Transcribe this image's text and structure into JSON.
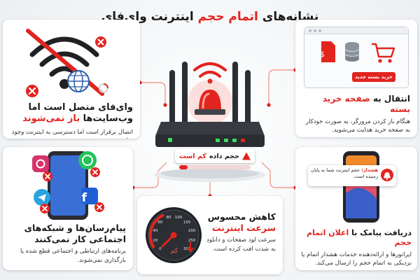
{
  "title": {
    "prefix": "نشانه‌های",
    "highlight": "اتمام حجم",
    "suffix": "اینترنت وای‌فای"
  },
  "router": {
    "badge_text_prefix": "حجم داده",
    "badge_text_highlight": "کم است",
    "data_remaining_fraction": 0.12
  },
  "cards": {
    "wifi": {
      "title_line1": "وای‌فای متصل است اما",
      "title_line2_prefix": "وب‌سایت‌ها",
      "title_line2_highlight": "باز نمی‌شوند",
      "desc": "اتصال برقرار است اما دسترسی به اینترنت وجود ندارد."
    },
    "purchase": {
      "title_prefix": "انتقال به",
      "title_highlight": "صفحه خرید بسته",
      "desc": "هنگام باز کردن مرورگر، به صورت خودکار به صفحه خرید هدایت می‌شوید.",
      "buy_button": "خرید بسته جدید"
    },
    "apps": {
      "title_line1": "پیام‌رسان‌ها و شبکه‌های",
      "title_line2": "اجتماعی کار نمی‌کنند",
      "desc": "برنامه‌های ارتباطی و اجتماعی قطع شده یا بارگذاری نمی‌شوند."
    },
    "speed": {
      "title_line1": "کاهش محسوس",
      "title_line2": "سرعت اینترنت",
      "desc": "سرعت لود صفحات و دانلود به شدت افت کرده است.",
      "gauge_label": "کم",
      "gauge_ticks": [
        "0",
        "20",
        "40",
        "60",
        "80",
        "100",
        "150",
        "200",
        "250",
        "300"
      ]
    },
    "sms": {
      "title_prefix": "دریافت پیامک با",
      "title_highlight": "اعلان اتمام حجم",
      "desc": "اپراتورها و ارائه‌دهنده خدمات هشدار اتمام یا نزدیکی به اتمام حجم را ارسال می‌کند.",
      "notif_head": "هشدار:",
      "notif_body": "حجم اینترنت شما به پایان رسیده است."
    }
  },
  "colors": {
    "accent": "#e2241f",
    "text": "#1a1a1a",
    "card_bg": "#ffffff",
    "connector": "#f0a08c"
  },
  "icons": {
    "router": "wifi-router-icon",
    "alarm": "siren-icon",
    "wifi": "wifi-icon",
    "globe": "globe-icon",
    "loading": "loading-spinner-icon",
    "cart": "shopping-cart-icon",
    "bell": "bell-icon"
  }
}
